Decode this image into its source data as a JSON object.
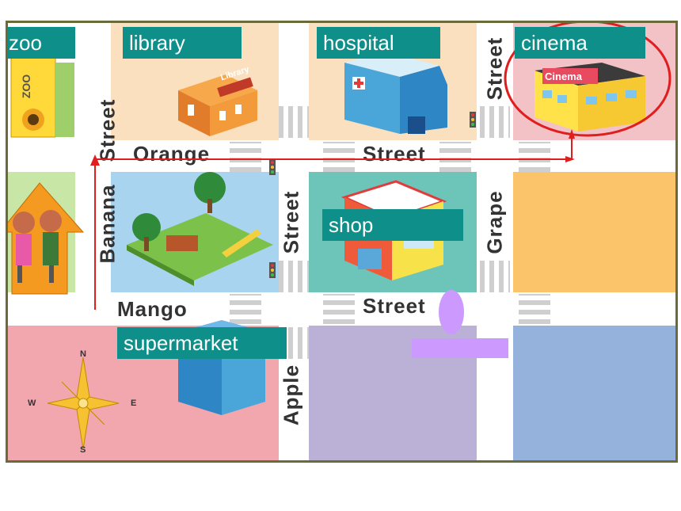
{
  "places": {
    "zoo": "zoo",
    "library": "library",
    "hospital": "hospital",
    "cinema": "cinema",
    "shop": "shop",
    "supermarket": "supermarket"
  },
  "signs": {
    "zoo": "ZOO",
    "library": "Library",
    "cinema": "Cinema"
  },
  "streets": {
    "banana_word": "Banana",
    "street_word": "Street",
    "orange": "Orange",
    "mango": "Mango",
    "apple": "Apple",
    "grape": "Grape"
  },
  "compass": {
    "n": "N",
    "s": "S",
    "e": "E",
    "w": "W"
  },
  "colors": {
    "label_bg": "#0e8f8a",
    "route": "#e01e1e",
    "highlight_circle": "#e01e1e",
    "library_block": "#fbe0bf",
    "cinema_block": "#f3c2c7",
    "park_block": "#a9d4ef",
    "shop_block": "#6cc5b8",
    "grape_block": "#fcc46a",
    "supermarket_block": "#f2a6ae",
    "apple_block": "#bbb0d6",
    "se_block": "#94b2dc",
    "marker": "#cc99ff"
  }
}
